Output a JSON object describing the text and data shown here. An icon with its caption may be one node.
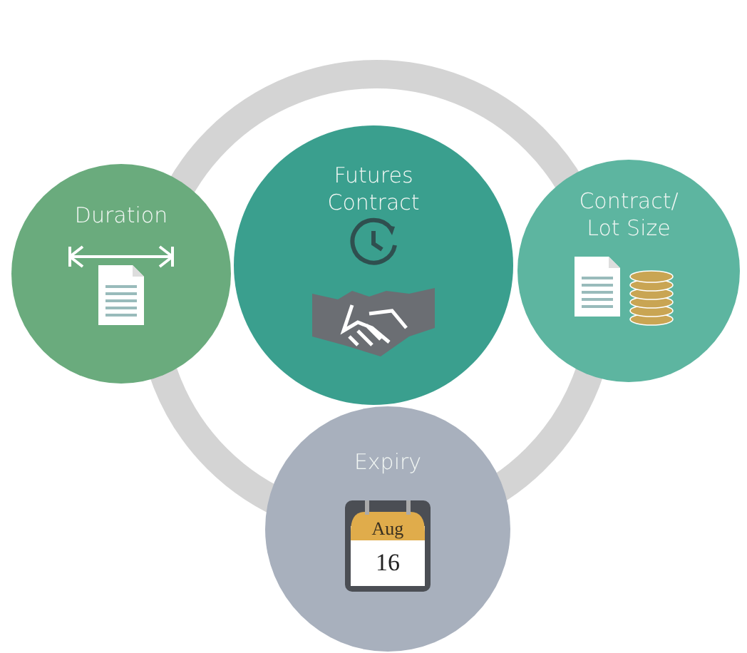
{
  "diagram": {
    "nodes": [
      {
        "text": [
          "Duration"
        ]
      },
      {
        "text": [
          "Contract/ Lot Size"
        ]
      },
      {
        "text": [
          "Expiry"
        ]
      },
      {
        "text": [
          "Futures Contract"
        ]
      }
    ],
    "edges": [],
    "labels": [
      "Aug",
      "16"
    ]
  }
}
